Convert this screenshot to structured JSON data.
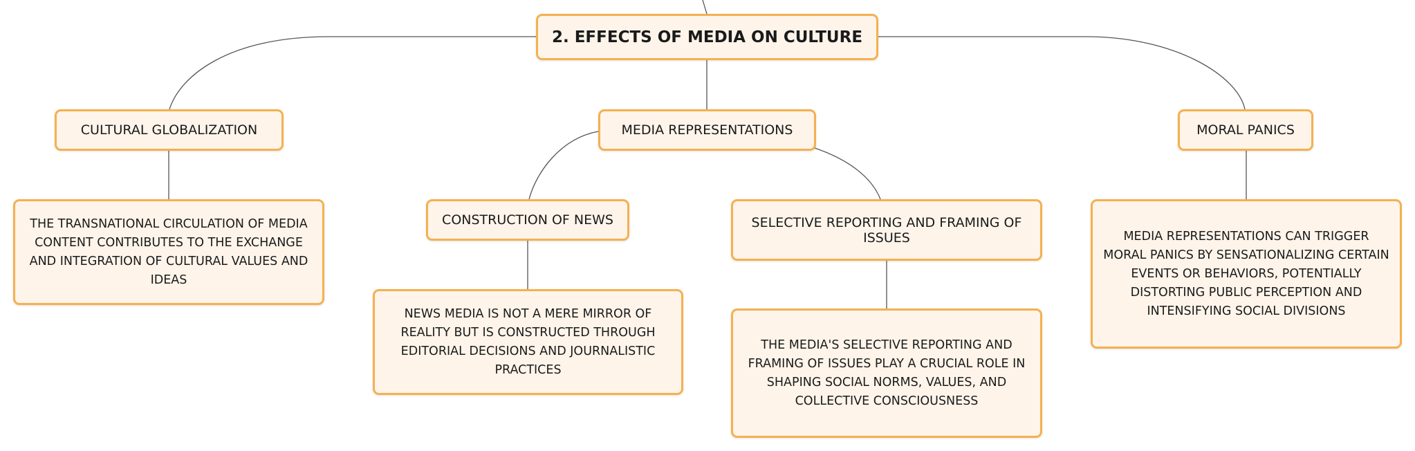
{
  "root": "2. EFFECTS OF MEDIA ON CULTURE",
  "topics": {
    "cultural_globalization": "CULTURAL GLOBALIZATION",
    "media_representations": "MEDIA REPRESENTATIONS",
    "moral_panics": "MORAL PANICS",
    "construction_of_news": "CONSTRUCTION OF NEWS",
    "selective_reporting": "SELECTIVE REPORTING AND FRAMING OF ISSUES"
  },
  "details": {
    "cultural_globalization": "THE TRANSNATIONAL CIRCULATION OF MEDIA CONTENT CONTRIBUTES TO THE EXCHANGE AND INTEGRATION OF CULTURAL VALUES AND IDEAS",
    "construction_of_news": "NEWS MEDIA IS NOT A MERE MIRROR OF REALITY BUT IS CONSTRUCTED THROUGH EDITORIAL DECISIONS AND JOURNALISTIC PRACTICES",
    "selective_reporting": "THE MEDIA'S SELECTIVE REPORTING AND FRAMING OF ISSUES PLAY A CRUCIAL ROLE IN SHAPING SOCIAL NORMS, VALUES, AND COLLECTIVE CONSCIOUSNESS",
    "moral_panics": "MEDIA REPRESENTATIONS CAN TRIGGER MORAL PANICS BY SENSATIONALIZING CERTAIN EVENTS OR BEHAVIORS, POTENTIALLY DISTORTING PUBLIC PERCEPTION AND INTENSIFYING SOCIAL DIVISIONS"
  },
  "colors": {
    "node_border": "#f5b050",
    "node_fill": "#fef4ea",
    "connector": "#555555"
  }
}
